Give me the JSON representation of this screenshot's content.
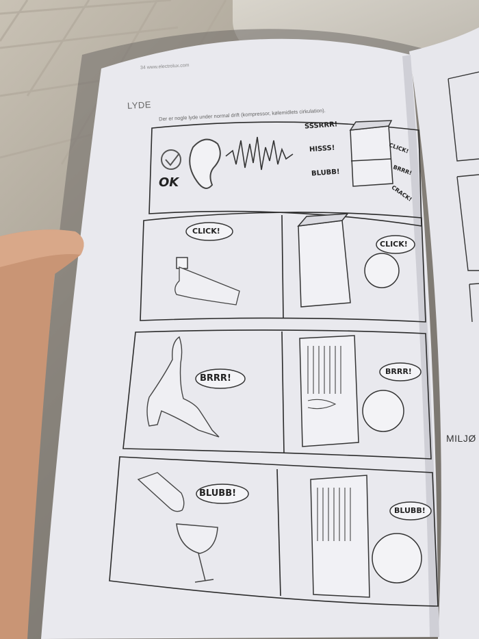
{
  "manual": {
    "url": "www.electrolux.com",
    "page_number": "34",
    "section_title": "LYDE",
    "intro": "Der er nogle lyde under normal drift (kompressor, kølemidlets cirkulation).",
    "next_page_heading": "MILJØ"
  },
  "sounds": {
    "ok": "OK",
    "sssrrr": "SSSRRR!",
    "hisss": "HISSS!",
    "blubb": "BLUBB!",
    "click": "CLICK!",
    "brrr": "BRRR!",
    "crack": "CRACK!"
  },
  "panels": [
    {
      "left_bubble": "CLICK!",
      "right_bubble": "CLICK!"
    },
    {
      "left_bubble": "BRRR!",
      "right_bubble": "BRRR!"
    },
    {
      "left_bubble": "BLUBB!",
      "right_bubble": "BLUBB!"
    }
  ],
  "colors": {
    "paper": "#e9e9ee",
    "paper_shade": "#d7d7de",
    "ink": "#2b2b2b",
    "skin": "#d39c79"
  },
  "icons": [
    "check-icon",
    "ear-icon",
    "sound-wave-icon",
    "fridge-icon",
    "light-switch-icon",
    "cat-icon",
    "compressor-icon",
    "wine-glass-icon",
    "bottle-icon"
  ]
}
